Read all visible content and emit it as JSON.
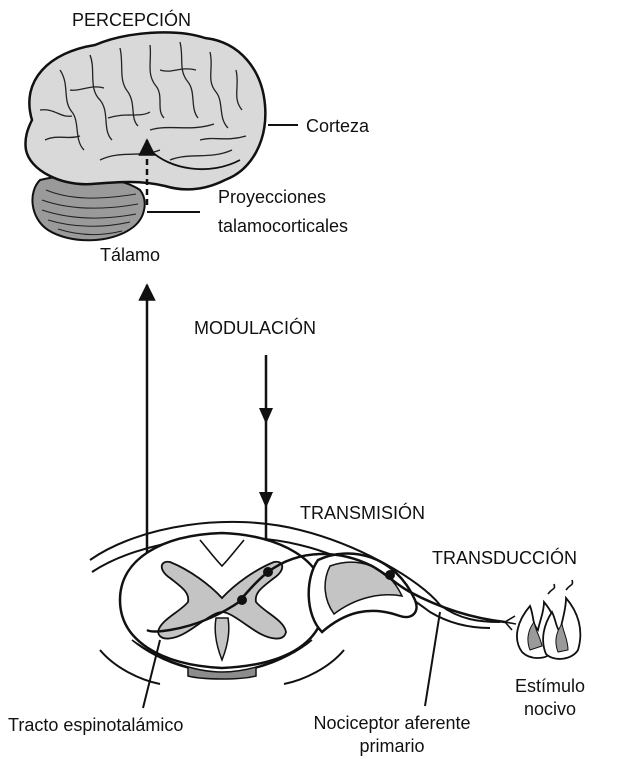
{
  "labels": {
    "perception": "PERCEPCIÓN",
    "cortex": "Corteza",
    "projections_1": "Proyecciones",
    "projections_2": "talamocorticales",
    "thalamus": "Tálamo",
    "modulation": "MODULACIÓN",
    "transmission": "TRANSMISIÓN",
    "transduction": "TRANSDUCCIÓN",
    "stimulus_1": "Estímulo",
    "stimulus_2": "nocivo",
    "tract": "Tracto espinotalámico",
    "nociceptor_1": "Nociceptor aferente",
    "nociceptor_2": "primario"
  },
  "colors": {
    "line": "#111111",
    "brain_fill": "#d9d9d9",
    "cerebellum_fill": "#9a9a9a",
    "gray_matter": "#c4c4c4",
    "spinal_shade": "#8c8c8c",
    "background": "#ffffff"
  }
}
